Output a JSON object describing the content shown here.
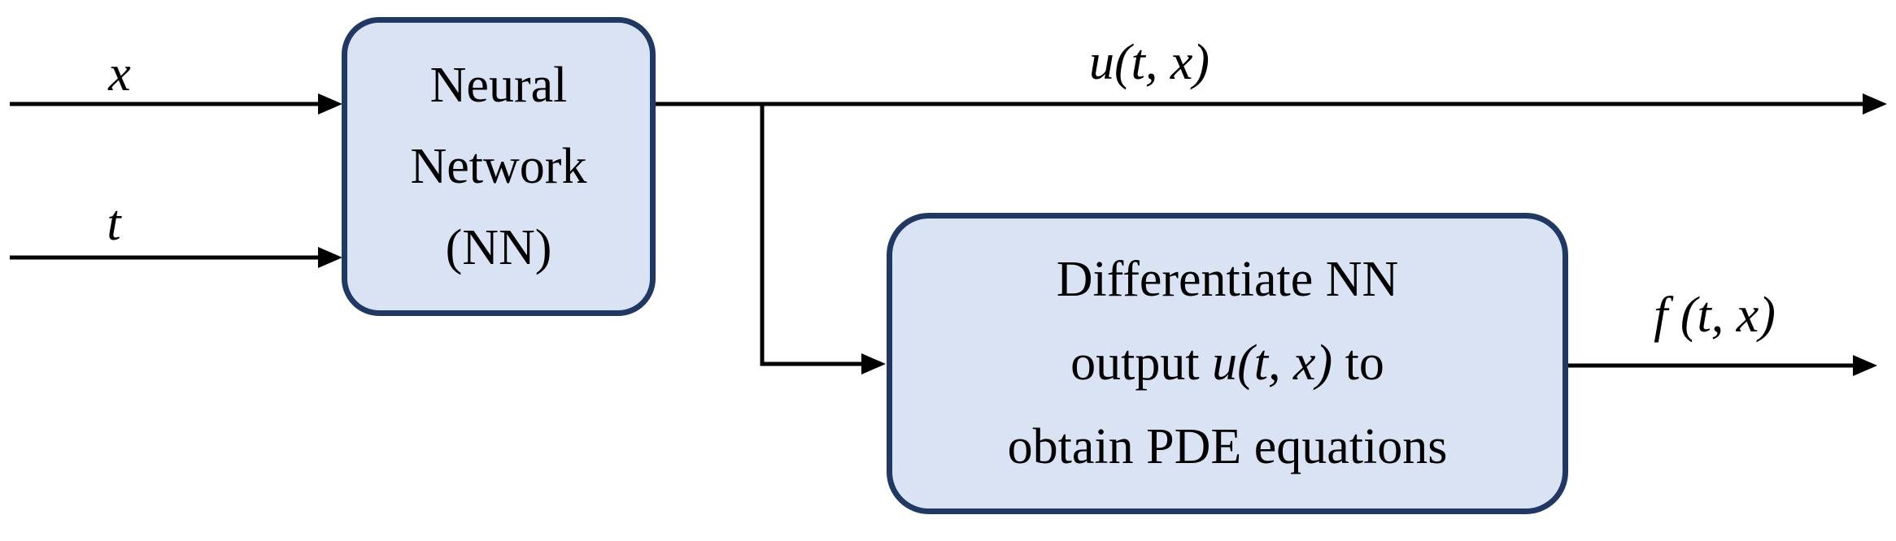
{
  "diagram": {
    "inputs": {
      "x_label": "x",
      "t_label": "t"
    },
    "nn_box": {
      "line1": "Neural",
      "line2": "Network",
      "line3": "(NN)"
    },
    "u_output_label": "u(t, x)",
    "diff_box": {
      "line1": "Differentiate NN",
      "line2_pre": "output ",
      "line2_math": "u(t, x)",
      "line2_post": " to",
      "line3": "obtain PDE equations"
    },
    "f_output_label": "f (t, x)",
    "colors": {
      "box_fill": "#dae3f3",
      "box_border": "#1f3864",
      "line": "#000000"
    }
  }
}
